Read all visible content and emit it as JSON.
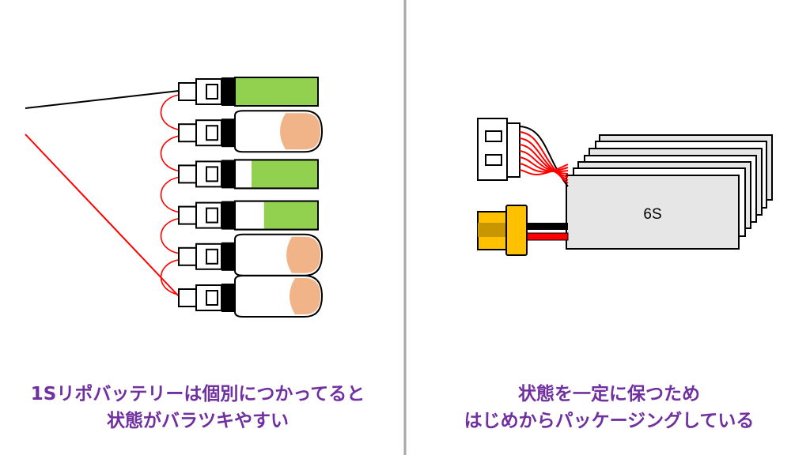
{
  "left_panel": {
    "caption_line1": "1Sリポバッテリーは個別につかってると",
    "caption_line2": "状態がバラツキやすい",
    "cells": [
      {
        "type": "green",
        "level": 1.0
      },
      {
        "type": "finger",
        "level": 0.5
      },
      {
        "type": "green",
        "level": 0.8
      },
      {
        "type": "green",
        "level": 0.65
      },
      {
        "type": "finger",
        "level": 0.3
      },
      {
        "type": "finger",
        "level": 0.2
      }
    ]
  },
  "right_panel": {
    "pack_label": "6S",
    "caption_line1": "状態を一定に保つため",
    "caption_line2": "はじめからパッケージングしている"
  },
  "colors": {
    "caption": "#7030a0",
    "charge_green": "#92d050",
    "finger_tip": "#f0b488",
    "wire_red": "#ff0000",
    "connector_yellow": "#ffc000",
    "divider": "#a6a6a6",
    "pack_fill": "#e6e6e6"
  }
}
